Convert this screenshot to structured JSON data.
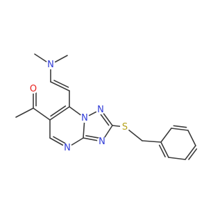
{
  "molecule": {
    "style": {
      "bond_color": "#3a3a3a",
      "nitrogen_color": "#2f3bd6",
      "oxygen_color": "#e8211e",
      "sulfur_color": "#b5a21a",
      "background_color": "#ffffff"
    },
    "atom_labels": {
      "n_dimethylamino": "N",
      "o_carbonyl": "O",
      "n_ring_fusion": "N",
      "n_triazole_top": "N",
      "n_triazole_bottom": "N",
      "n_pyrimidine": "N",
      "s_thioether": "S"
    }
  }
}
